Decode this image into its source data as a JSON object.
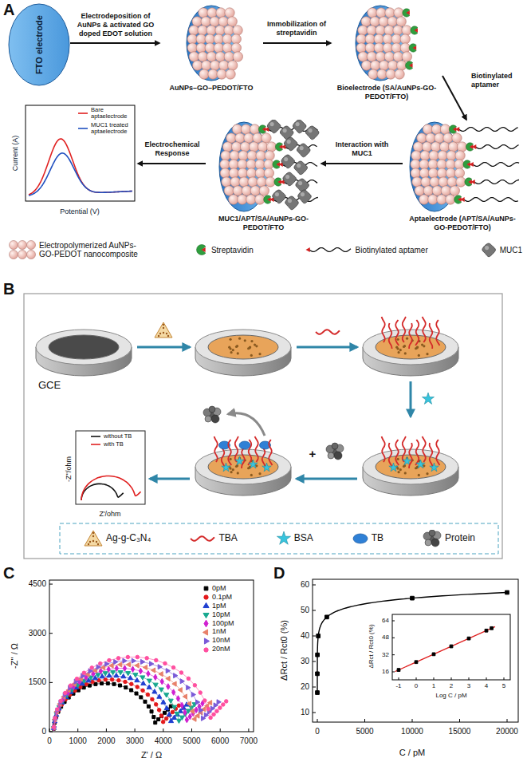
{
  "diagram": {
    "nodes": [
      {
        "text": [
          "FTO electrode"
        ]
      },
      {
        "text": [
          "AuNPs–GO–PEDOT/FTO"
        ]
      },
      {
        "text": [
          "Bioelectrode (SA/AuNPs-GO-PEDOT/FTO)"
        ]
      },
      {
        "text": [
          "Aptaelectrode (APT/SA/AuNPs-GO-PEDOT/FTO)"
        ]
      },
      {
        "text": [
          "MUC1/APT/SA/AuNPs-GO-PEDOT/FTO"
        ]
      },
      {
        "text": [
          "Current (A)",
          "Potential (V)"
        ]
      }
    ],
    "edges": [
      {
        "from": 0,
        "to": 1,
        "label": "Electrodeposition of AuNPs & activated GO doped EDOT solution",
        "arrow": "to"
      },
      {
        "from": 1,
        "to": 2,
        "label": "Immobilization of streptavidin",
        "arrow": "to"
      },
      {
        "from": 2,
        "to": 3,
        "label": "Biotinylated aptamer",
        "arrow": "to"
      },
      {
        "from": 3,
        "to": 4,
        "label": "Interaction with MUC1",
        "arrow": "to"
      },
      {
        "from": 4,
        "to": 5,
        "label": "Electrochemical Response",
        "arrow": "to"
      }
    ],
    "labels": [
      "A",
      "B",
      "GCE",
      "+",
      "-Z''/ohm",
      "Z'/ohm",
      "C",
      "4500",
      "3000",
      "1500",
      "0",
      "0",
      "1000",
      "2000",
      "3000",
      "4000",
      "5000",
      "6000",
      "7000",
      "-Z'' / Ω",
      "Z' / Ω",
      "D",
      "60",
      "50",
      "40",
      "30",
      "20",
      "10",
      "0",
      "5000",
      "10000",
      "15000",
      "20000",
      "ΔRct / Rct0 (%)",
      "C / pM",
      "64",
      "48",
      "32",
      "16",
      "-1",
      "0",
      "1",
      "2",
      "3",
      "4",
      "5",
      "ΔRct / Rct0 (%)",
      "Log C / pM"
    ],
    "legend": [
      {
        "text": "Bare aptaelectrode"
      },
      {
        "text": "MUC1 treated aptaelectrode"
      },
      {
        "text": "Electropolymerized AuNPs-GO-PEDOT nanocomposite"
      },
      {
        "text": "Streptavidin"
      },
      {
        "text": "Biotinylated aptamer"
      },
      {
        "text": "MUC1"
      },
      {
        "text": "without TB"
      },
      {
        "text": "with TB"
      },
      {
        "text": "Ag-g-C₃N₄"
      },
      {
        "text": "TBA"
      },
      {
        "text": "BSA"
      },
      {
        "text": "TB"
      },
      {
        "text": "Protein"
      },
      {
        "text": "0pM"
      },
      {
        "text": "0.1pM"
      },
      {
        "text": "1pM"
      },
      {
        "text": "10pM"
      },
      {
        "text": "100pM"
      },
      {
        "text": "1nM"
      },
      {
        "text": "10nM"
      },
      {
        "text": "20nM"
      }
    ]
  }
}
